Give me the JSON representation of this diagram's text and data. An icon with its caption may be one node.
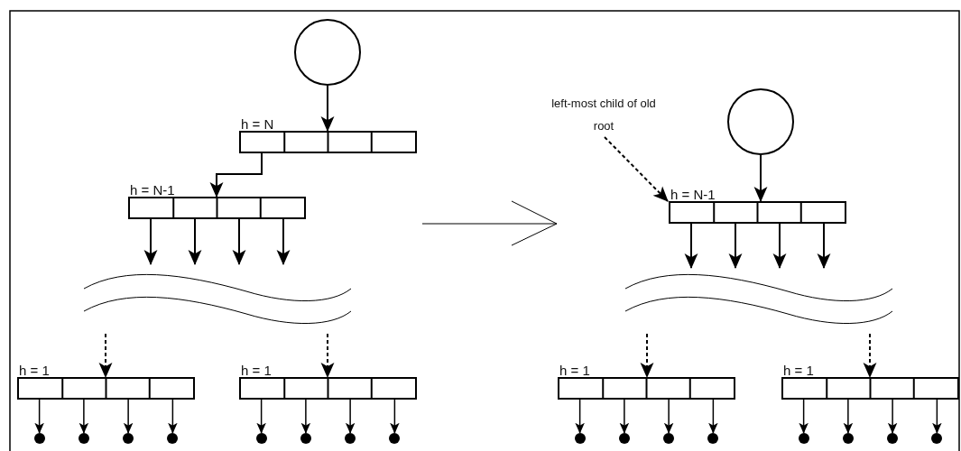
{
  "diagram": {
    "nodes": [
      {
        "text": [],
        "shape": "circle"
      },
      {
        "text": [
          "left-most child of old root"
        ]
      },
      {
        "text": [],
        "shape": "circle"
      },
      {
        "text": [],
        "shape": "box",
        "beside": [
          "h = N"
        ]
      },
      {
        "text": [],
        "shape": "box",
        "beside": [
          "h = N-1"
        ]
      },
      {
        "text": [],
        "shape": "box",
        "beside": [
          "h = N-1"
        ]
      },
      {
        "text": [],
        "shape": "box",
        "beside": [
          "h = 1"
        ]
      },
      {
        "text": [],
        "shape": "box",
        "beside": [
          "h = 1"
        ]
      },
      {
        "text": [],
        "shape": "box",
        "beside": [
          "h = 1"
        ]
      },
      {
        "text": [],
        "shape": "box",
        "beside": [
          "h = 1"
        ]
      },
      {
        "text": [],
        "shape": "dot"
      },
      {
        "text": [],
        "shape": "dot"
      },
      {
        "text": [],
        "shape": "dot"
      },
      {
        "text": [],
        "shape": "dot"
      },
      {
        "text": [],
        "shape": "dot"
      },
      {
        "text": [],
        "shape": "dot"
      },
      {
        "text": [],
        "shape": "dot"
      },
      {
        "text": [],
        "shape": "dot"
      },
      {
        "text": [],
        "shape": "dot"
      },
      {
        "text": [],
        "shape": "dot"
      },
      {
        "text": [],
        "shape": "dot"
      },
      {
        "text": [],
        "shape": "dot"
      },
      {
        "text": [],
        "shape": "dot"
      },
      {
        "text": [],
        "shape": "dot"
      },
      {
        "text": [],
        "shape": "dot"
      },
      {
        "text": [],
        "shape": "dot"
      }
    ],
    "edges": [
      {
        "from": 0,
        "to": 3,
        "arrow": "to"
      },
      {
        "from": 3,
        "to": 4,
        "arrow": "to"
      },
      {
        "from": 1,
        "to": 5,
        "arrow": "to",
        "style": "dashed"
      },
      {
        "from": 2,
        "to": 5,
        "arrow": "to"
      },
      {
        "from": 4,
        "to": null,
        "arrow": "to"
      },
      {
        "from": 4,
        "to": null,
        "arrow": "to"
      },
      {
        "from": 4,
        "to": null,
        "arrow": "to"
      },
      {
        "from": 4,
        "to": null,
        "arrow": "to"
      },
      {
        "from": 5,
        "to": null,
        "arrow": "to"
      },
      {
        "from": 5,
        "to": null,
        "arrow": "to"
      },
      {
        "from": 5,
        "to": null,
        "arrow": "to"
      },
      {
        "from": 5,
        "to": null,
        "arrow": "to"
      },
      {
        "from": null,
        "to": 6,
        "arrow": "to",
        "style": "dashed"
      },
      {
        "from": null,
        "to": 7,
        "arrow": "to",
        "style": "dashed"
      },
      {
        "from": null,
        "to": 8,
        "arrow": "to",
        "style": "dashed"
      },
      {
        "from": null,
        "to": 9,
        "arrow": "to",
        "style": "dashed"
      },
      {
        "from": 6,
        "to": 10,
        "arrow": "to"
      },
      {
        "from": 6,
        "to": 11,
        "arrow": "to"
      },
      {
        "from": 6,
        "to": 12,
        "arrow": "to"
      },
      {
        "from": 6,
        "to": 13,
        "arrow": "to"
      },
      {
        "from": 7,
        "to": 14,
        "arrow": "to"
      },
      {
        "from": 7,
        "to": 15,
        "arrow": "to"
      },
      {
        "from": 7,
        "to": 16,
        "arrow": "to"
      },
      {
        "from": 7,
        "to": 17,
        "arrow": "to"
      },
      {
        "from": 8,
        "to": 18,
        "arrow": "to"
      },
      {
        "from": 8,
        "to": 19,
        "arrow": "to"
      },
      {
        "from": 8,
        "to": 20,
        "arrow": "to"
      },
      {
        "from": 8,
        "to": 21,
        "arrow": "to"
      },
      {
        "from": 9,
        "to": 22,
        "arrow": "to"
      },
      {
        "from": 9,
        "to": 23,
        "arrow": "to"
      },
      {
        "from": 9,
        "to": 24,
        "arrow": "to"
      },
      {
        "from": 9,
        "to": 25,
        "arrow": "to"
      }
    ]
  }
}
